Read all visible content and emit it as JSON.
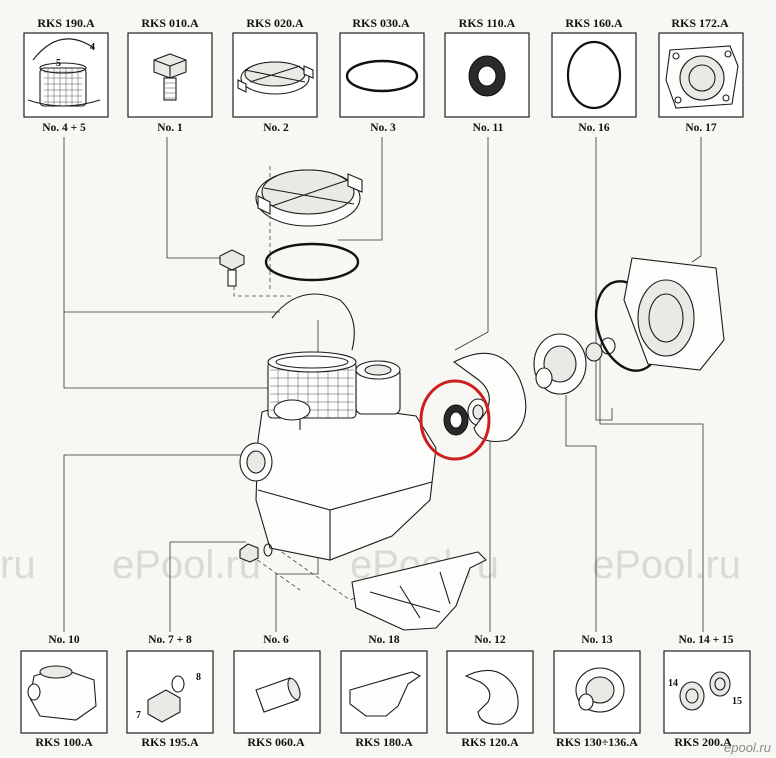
{
  "top_parts": [
    {
      "code": "RKS 190.A",
      "number": "No. 4 + 5",
      "icon": "basket-with-handle-icon",
      "callouts": [
        "4",
        "5"
      ]
    },
    {
      "code": "RKS 010.A",
      "number": "No. 1",
      "icon": "drain-screw-icon"
    },
    {
      "code": "RKS 020.A",
      "number": "No. 2",
      "icon": "pump-lid-icon"
    },
    {
      "code": "RKS 030.A",
      "number": "No. 3",
      "icon": "lid-o-ring-icon"
    },
    {
      "code": "RKS 110.A",
      "number": "No. 11",
      "icon": "shaft-seal-icon"
    },
    {
      "code": "RKS 160.A",
      "number": "No. 16",
      "icon": "flange-o-ring-icon"
    },
    {
      "code": "RKS 172.A",
      "number": "No. 17",
      "icon": "motor-flange-icon"
    }
  ],
  "bottom_parts": [
    {
      "code": "RKS 100.A",
      "number": "No. 10",
      "icon": "pump-housing-icon"
    },
    {
      "code": "RKS 195.A",
      "number": "No. 7 + 8",
      "icon": "drain-plug-icon",
      "callouts": [
        "7",
        "8"
      ]
    },
    {
      "code": "RKS 060.A",
      "number": "No. 6",
      "icon": "sleeve-icon"
    },
    {
      "code": "RKS 180.A",
      "number": "No. 18",
      "icon": "support-foot-icon"
    },
    {
      "code": "RKS 120.A",
      "number": "No. 12",
      "icon": "diffuser-icon"
    },
    {
      "code": "RKS 130÷136.A",
      "number": "No. 13",
      "icon": "impeller-icon"
    },
    {
      "code": "RKS 200.A",
      "number": "No. 14 + 15",
      "icon": "mechanical-seal-icon",
      "callouts": [
        "14",
        "15"
      ]
    }
  ],
  "watermarks": [
    "ru",
    "ePool.ru",
    "ePool.ru",
    "ePool.ru"
  ],
  "brand": "epool.ru",
  "colors": {
    "highlight": "#cc1f1f",
    "ink": "#1c1c1c",
    "watermark": "#d9d9d6"
  }
}
